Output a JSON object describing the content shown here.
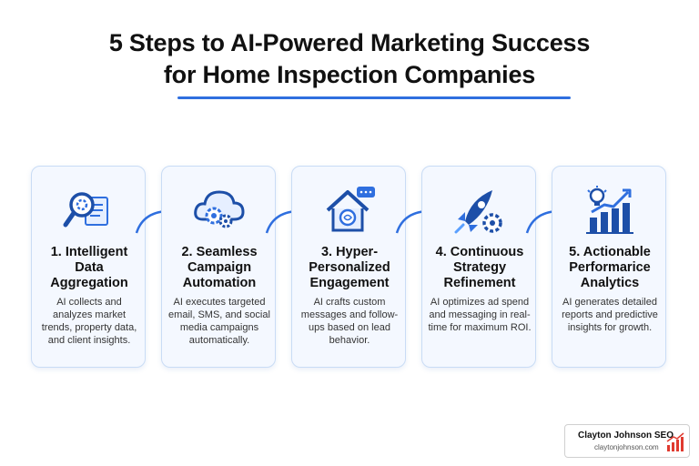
{
  "title": {
    "line1": "5 Steps to AI-Powered Marketing Success",
    "line2": "for Home Inspection Companies"
  },
  "colors": {
    "accent": "#2f6fdf",
    "icon_dark": "#1d4fa8",
    "card_bg": "#f4f8ff",
    "card_border": "#c9dcf5",
    "brand_red": "#e03a2f"
  },
  "steps": [
    {
      "title_lines": [
        "1. Intelligent",
        "Data",
        "Aggregation"
      ],
      "description": "AI collects and analyzes market trends, property data, and client insights.",
      "icon": "magnifier-gear-document-icon"
    },
    {
      "title_lines": [
        "2. Seamless",
        "Campaign",
        "Automation"
      ],
      "description": "AI executes targeted email, SMS, and social media campaigns automatically.",
      "icon": "cloud-gear-icon"
    },
    {
      "title_lines": [
        "3. Hyper-",
        "Personalized",
        "Engagement"
      ],
      "description": "AI crafts custom messages and follow-ups based on lead behavior.",
      "icon": "house-brain-chat-icon"
    },
    {
      "title_lines": [
        "4. Continuous",
        "Strategy",
        "Refinement"
      ],
      "description": "AI optimizes ad spend and messaging in real-time for maximum ROI.",
      "icon": "rocket-gear-icon"
    },
    {
      "title_lines": [
        "5. Actionable",
        "Performarice",
        "Analytics"
      ],
      "description": "AI generates detailed reports and predictive insights for growth.",
      "icon": "lightbulb-bar-chart-icon"
    }
  ],
  "brand": {
    "name": "Clayton Johnson SEO",
    "url": "claytonjohnson.com",
    "logo_icon": "growth-bars-icon"
  }
}
